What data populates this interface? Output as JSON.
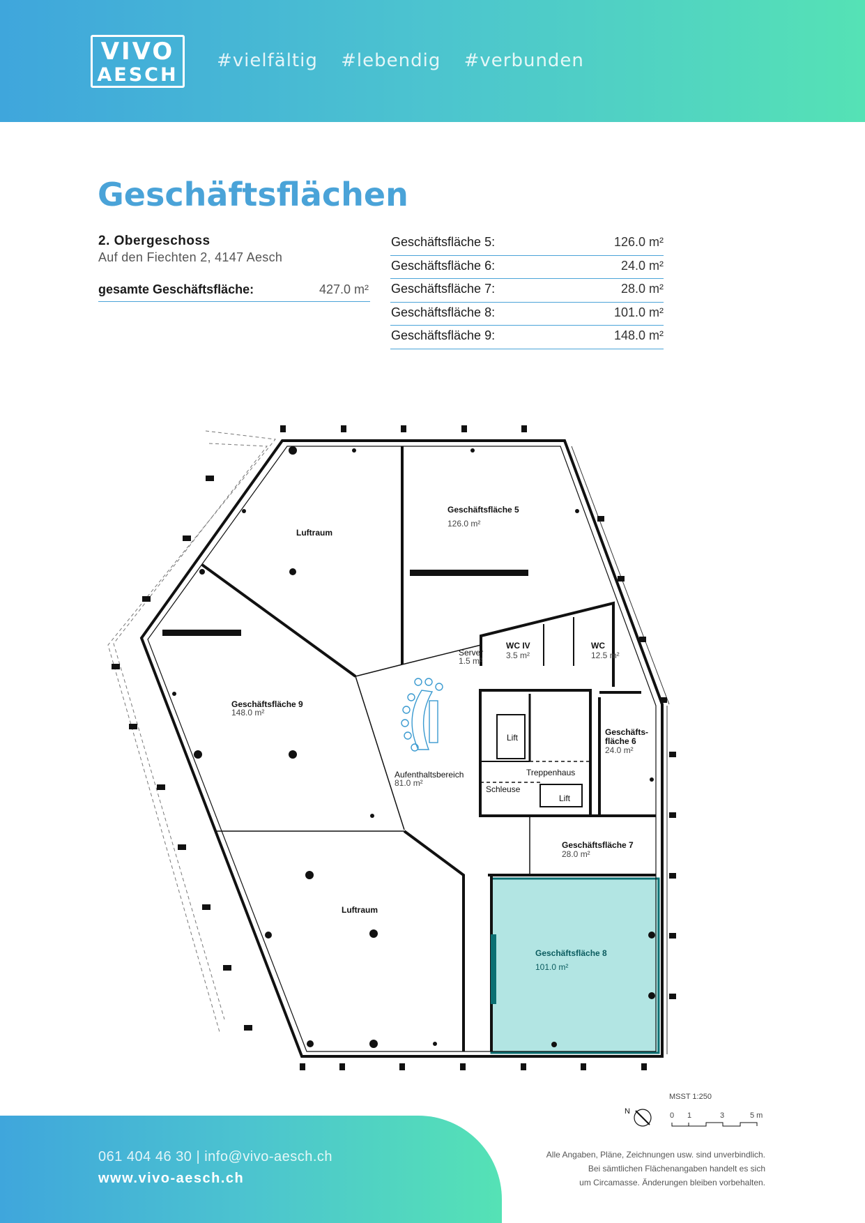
{
  "header": {
    "logo_line1": "VIVO",
    "logo_line2": "AESCH",
    "tags": [
      "#vielfältig",
      "#lebendig",
      "#verbunden"
    ]
  },
  "page_title": "Geschäftsflächen",
  "info": {
    "floor": "2. Obergeschoss",
    "address": "Auf den Fiechten 2, 4147 Aesch",
    "total_label": "gesamte Geschäftsfläche:",
    "total_value": "427.0 m²"
  },
  "areas": [
    {
      "label": "Geschäftsfläche 5:",
      "value": "126.0 m²"
    },
    {
      "label": "Geschäftsfläche 6:",
      "value": "24.0 m²"
    },
    {
      "label": "Geschäftsfläche 7:",
      "value": "28.0 m²"
    },
    {
      "label": "Geschäftsfläche 8:",
      "value": "101.0 m²"
    },
    {
      "label": "Geschäftsfläche 9:",
      "value": "148.0 m²"
    }
  ],
  "plan": {
    "highlight_color": "#b2e5e3",
    "rooms": {
      "luftraum_top": "Luftraum",
      "gf5_name": "Geschäftsfläche 5",
      "gf5_area": "126.0 m²",
      "gf9_name": "Geschäftsfläche 9",
      "gf9_area": "148.0 m²",
      "server_name": "Server",
      "server_area": "1.5 m²",
      "wciv_name": "WC IV",
      "wciv_area": "3.5 m²",
      "wc_name": "WC",
      "wc_area": "12.5 m²",
      "gf6_name_1": "Geschäfts-",
      "gf6_name_2": "fläche 6",
      "gf6_area": "24.0 m²",
      "lift1": "Lift",
      "treppenhaus": "Treppenhaus",
      "schleuse": "Schleuse",
      "lift2": "Lift",
      "aufenthalt_name": "Aufenthaltsbereich",
      "aufenthalt_area": "81.0 m²",
      "gf7_name": "Geschäftsfläche 7",
      "gf7_area": "28.0 m²",
      "luftraum_bottom": "Luftraum",
      "gf8_name": "Geschäftsfläche 8",
      "gf8_area": "101.0 m²"
    },
    "north_label": "N",
    "scale_title": "MSST 1:250",
    "scale_ticks": [
      "0",
      "1",
      "3",
      "5 m"
    ]
  },
  "footer": {
    "contact": "061 404 46 30 | info@vivo-aesch.ch",
    "web": "www.vivo-aesch.ch",
    "disclaimer": [
      "Alle Angaben, Pläne, Zeichnungen usw. sind unverbindlich.",
      "Bei sämtlichen Flächenangaben handelt es sich",
      "um Circamasse. Änderungen bleiben vorbehalten."
    ]
  }
}
